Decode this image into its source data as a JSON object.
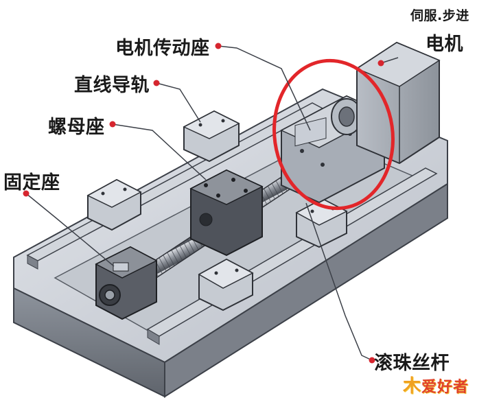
{
  "labels": {
    "motor_seat": "电机传动座",
    "linear_rail": "直线导轨",
    "nut_seat": "螺母座",
    "fixed_seat": "固定座",
    "motor_type": "伺服.步进",
    "motor": "电机",
    "ball_screw": "滚珠丝杆"
  },
  "watermark": {
    "a": "木",
    "b": "爱好者"
  },
  "colors": {
    "highlight_ellipse": "#e2262a",
    "leader_dot": "#d6262f",
    "metal_light": "#c9ced6",
    "metal_mid": "#9aa1ab",
    "metal_dark": "#3c4048"
  }
}
